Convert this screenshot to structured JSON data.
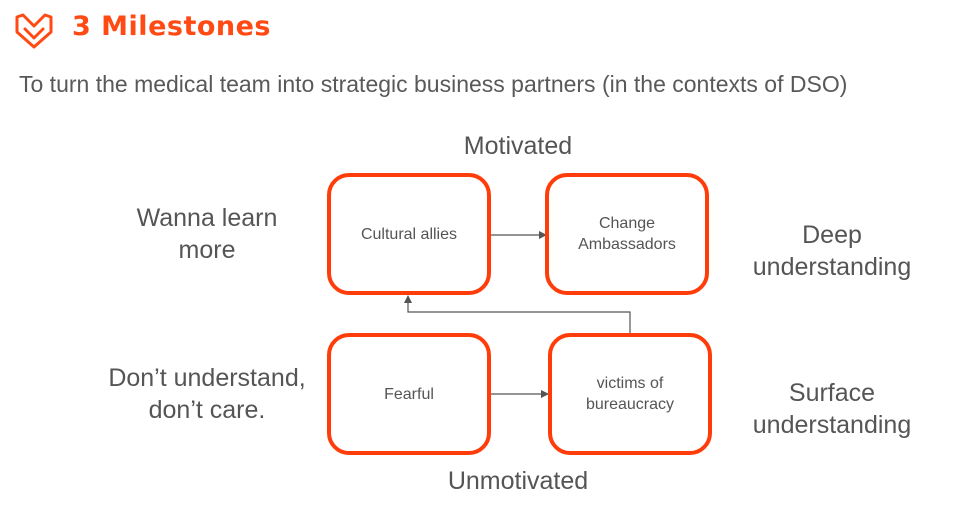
{
  "header": {
    "logo_icon": "milestone-logo-icon",
    "title": "3 Milestones",
    "accent_color": "#ff4a14"
  },
  "subtitle": "To turn the medical team into strategic business partners (in the contexts of DSO)",
  "axes": {
    "top": "Motivated",
    "bottom": "Unmotivated"
  },
  "left_labels": {
    "top": "Wanna learn\nmore",
    "bottom": "Don’t understand,\ndon’t care."
  },
  "right_labels": {
    "top": "Deep\nunderstanding",
    "bottom": "Surface\nunderstanding"
  },
  "boxes": {
    "cultural_allies": "Cultural allies",
    "change_ambassadors": "Change\nAmbassadors",
    "fearful": "Fearful",
    "victims": "victims of\nbureaucracy"
  },
  "colors": {
    "box_border": "#ff3d0a",
    "text": "#555555",
    "connector": "#555555"
  }
}
